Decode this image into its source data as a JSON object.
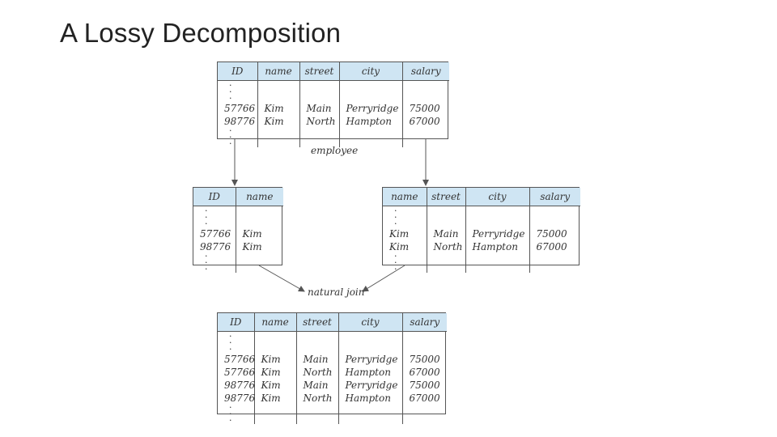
{
  "title": "A Lossy Decomposition",
  "labels": {
    "employee": "employee",
    "natural_join": "natural join"
  },
  "employee": {
    "columns": [
      "ID",
      "name",
      "street",
      "city",
      "salary"
    ],
    "rows": [
      [
        "57766",
        "Kim",
        "Main",
        "Perryridge",
        "75000"
      ],
      [
        "98776",
        "Kim",
        "North",
        "Hampton",
        "67000"
      ]
    ]
  },
  "left_projection": {
    "columns": [
      "ID",
      "name"
    ],
    "rows": [
      [
        "57766",
        "Kim"
      ],
      [
        "98776",
        "Kim"
      ]
    ]
  },
  "right_projection": {
    "columns": [
      "name",
      "street",
      "city",
      "salary"
    ],
    "rows": [
      [
        "Kim",
        "Main",
        "Perryridge",
        "75000"
      ],
      [
        "Kim",
        "North",
        "Hampton",
        "67000"
      ]
    ]
  },
  "join_result": {
    "columns": [
      "ID",
      "name",
      "street",
      "city",
      "salary"
    ],
    "rows": [
      [
        "57766",
        "Kim",
        "Main",
        "Perryridge",
        "75000"
      ],
      [
        "57766",
        "Kim",
        "North",
        "Hampton",
        "67000"
      ],
      [
        "98776",
        "Kim",
        "Main",
        "Perryridge",
        "75000"
      ],
      [
        "98776",
        "Kim",
        "North",
        "Hampton",
        "67000"
      ]
    ]
  },
  "colors": {
    "header_fill": "#cfe5f3",
    "border": "#555555",
    "text": "#333333"
  }
}
